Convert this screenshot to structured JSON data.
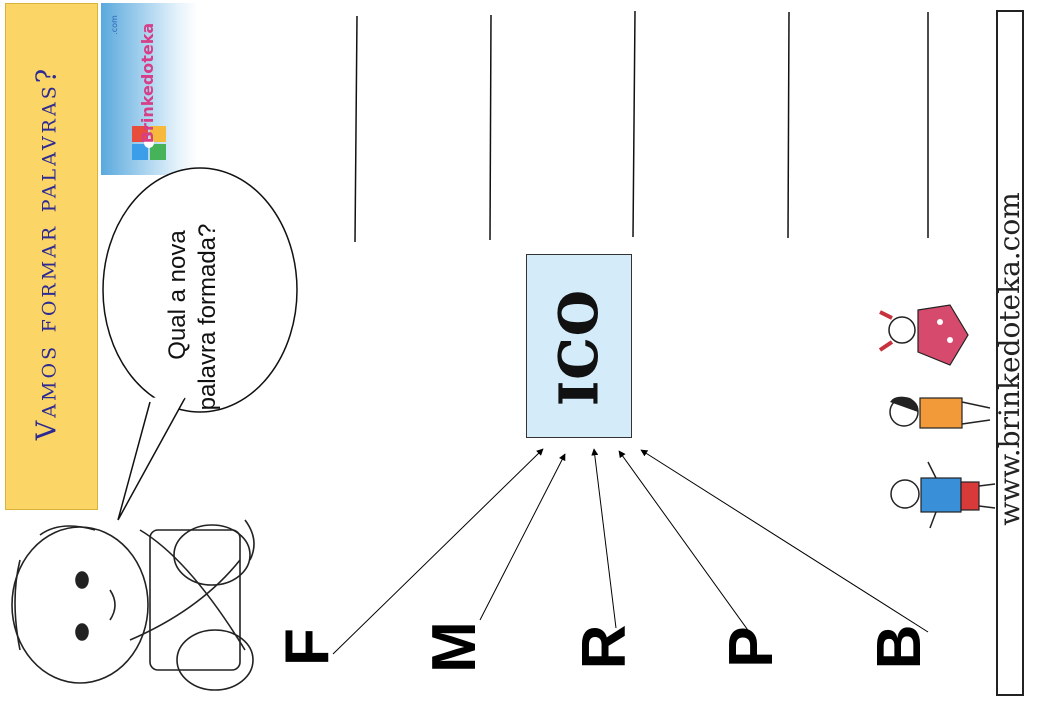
{
  "title": "Vamos formar palavras?",
  "logo": {
    "brand": "Brinkedoteka",
    "suffix": ".com"
  },
  "speech_bubble": {
    "line1": "Qual a nova",
    "line2": "palavra formada?"
  },
  "center_box": {
    "text": "ICO"
  },
  "letters": [
    "F",
    "M",
    "R",
    "P",
    "B"
  ],
  "website": "www.brinkedoteka.com",
  "colors": {
    "banner": "#fbd666",
    "title": "#2d2a92",
    "center_box": "#d4ecfa",
    "logo": "#d63e87"
  }
}
